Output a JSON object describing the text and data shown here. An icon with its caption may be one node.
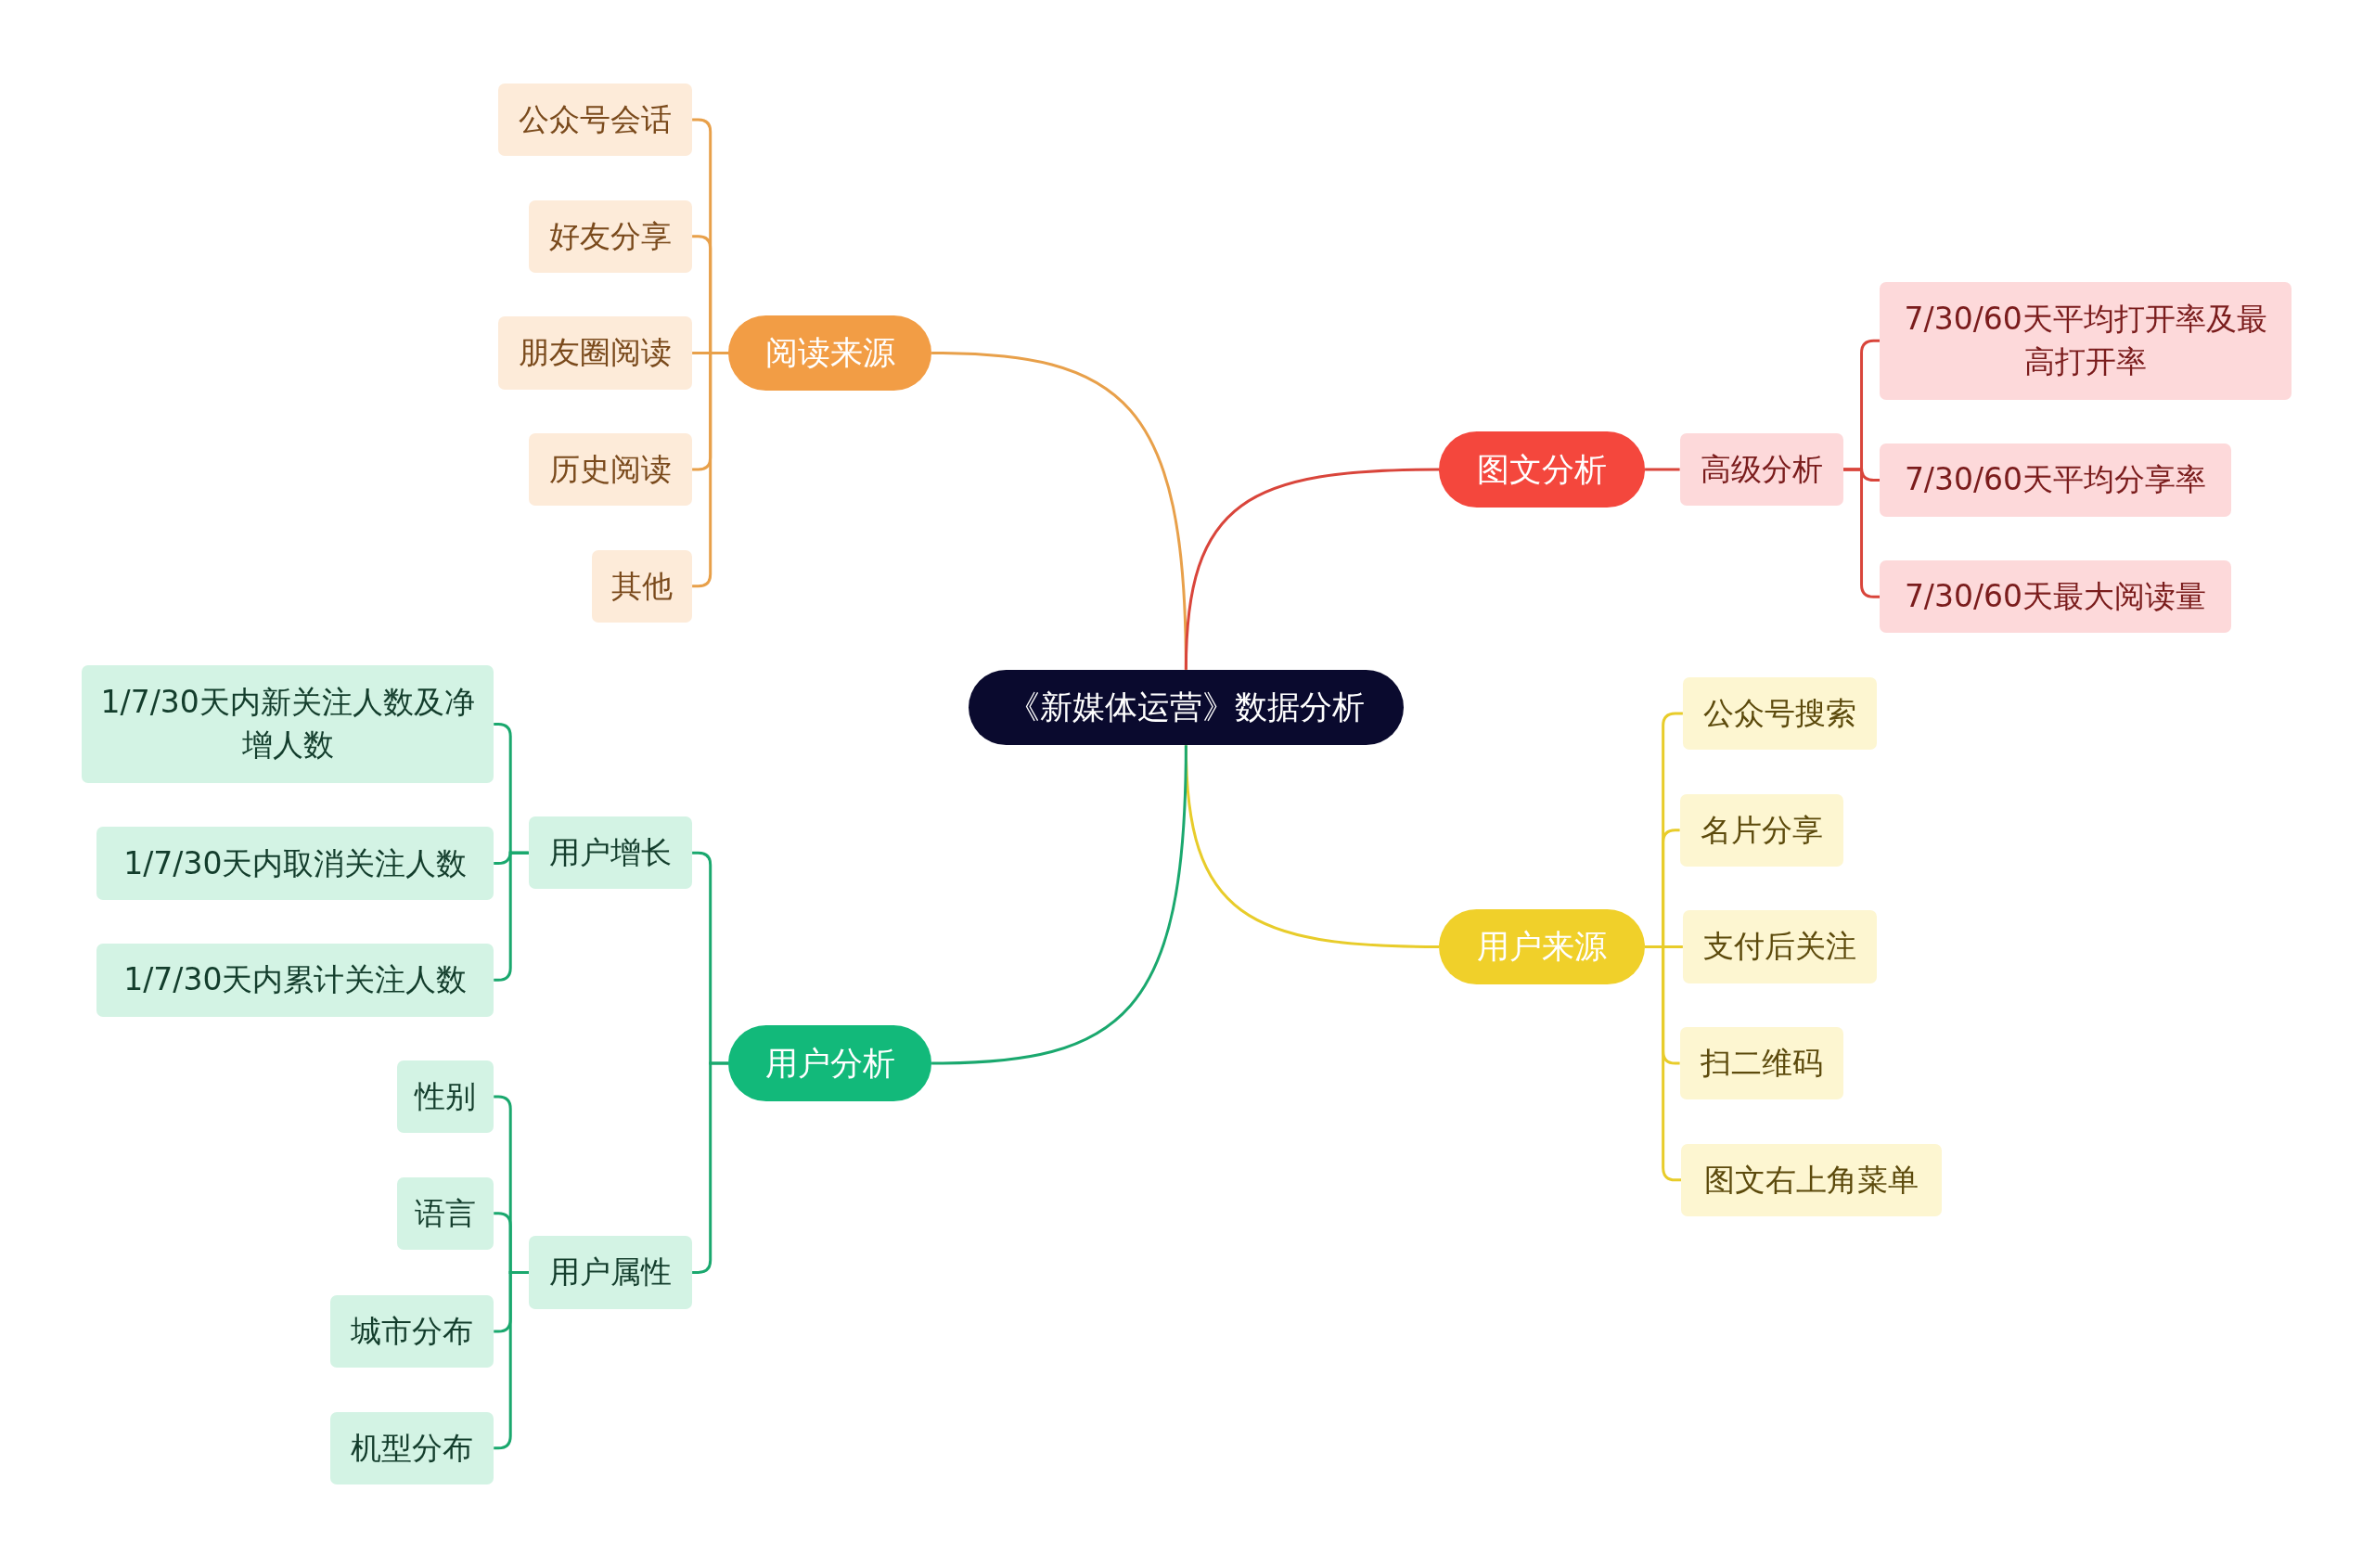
{
  "diagram": {
    "nodes": [
      {
        "text": [
          "《新媒体运营》数据分析"
        ]
      },
      {
        "text": [
          "阅读来源"
        ]
      },
      {
        "text": [
          "公众号会话"
        ]
      },
      {
        "text": [
          "好友分享"
        ]
      },
      {
        "text": [
          "朋友圈阅读"
        ]
      },
      {
        "text": [
          "历史阅读"
        ]
      },
      {
        "text": [
          "其他"
        ]
      },
      {
        "text": [
          "图文分析"
        ]
      },
      {
        "text": [
          "高级分析"
        ]
      },
      {
        "text": [
          "7/30/60天平均打开率及最高打开率"
        ]
      },
      {
        "text": [
          "7/30/60天平均分享率"
        ]
      },
      {
        "text": [
          "7/30/60天最大阅读量"
        ]
      },
      {
        "text": [
          "用户来源"
        ]
      },
      {
        "text": [
          "公众号搜索"
        ]
      },
      {
        "text": [
          "名片分享"
        ]
      },
      {
        "text": [
          "支付后关注"
        ]
      },
      {
        "text": [
          "扫二维码"
        ]
      },
      {
        "text": [
          "图文右上角菜单"
        ]
      },
      {
        "text": [
          "用户分析"
        ]
      },
      {
        "text": [
          "用户增长"
        ]
      },
      {
        "text": [
          "1/7/30天内新关注人数及净增人数"
        ]
      },
      {
        "text": [
          "1/7/30天内取消关注人数"
        ]
      },
      {
        "text": [
          "1/7/30天内累计关注人数"
        ]
      },
      {
        "text": [
          "用户属性"
        ]
      },
      {
        "text": [
          "性别"
        ]
      },
      {
        "text": [
          "语言"
        ]
      },
      {
        "text": [
          "城市分布"
        ]
      },
      {
        "text": [
          "机型分布"
        ]
      }
    ],
    "edges": [
      {
        "from": 0,
        "to": 1,
        "arrow": "none",
        "color": "#e8a04a"
      },
      {
        "from": 1,
        "to": 2,
        "arrow": "none",
        "color": "#e8a04a"
      },
      {
        "from": 1,
        "to": 3,
        "arrow": "none",
        "color": "#e8a04a"
      },
      {
        "from": 1,
        "to": 4,
        "arrow": "none",
        "color": "#e8a04a"
      },
      {
        "from": 1,
        "to": 5,
        "arrow": "none",
        "color": "#e8a04a"
      },
      {
        "from": 1,
        "to": 6,
        "arrow": "none",
        "color": "#e8a04a"
      },
      {
        "from": 0,
        "to": 7,
        "arrow": "none",
        "color": "#d9453b"
      },
      {
        "from": 7,
        "to": 8,
        "arrow": "none",
        "color": "#d9453b"
      },
      {
        "from": 8,
        "to": 9,
        "arrow": "none",
        "color": "#d9453b"
      },
      {
        "from": 8,
        "to": 10,
        "arrow": "none",
        "color": "#d9453b"
      },
      {
        "from": 8,
        "to": 11,
        "arrow": "none",
        "color": "#d9453b"
      },
      {
        "from": 0,
        "to": 12,
        "arrow": "none",
        "color": "#e8cc2a"
      },
      {
        "from": 12,
        "to": 13,
        "arrow": "none",
        "color": "#e8cc2a"
      },
      {
        "from": 12,
        "to": 14,
        "arrow": "none",
        "color": "#e8cc2a"
      },
      {
        "from": 12,
        "to": 15,
        "arrow": "none",
        "color": "#e8cc2a"
      },
      {
        "from": 12,
        "to": 16,
        "arrow": "none",
        "color": "#e8cc2a"
      },
      {
        "from": 12,
        "to": 17,
        "arrow": "none",
        "color": "#e8cc2a"
      },
      {
        "from": 0,
        "to": 18,
        "arrow": "none",
        "color": "#1aa86e"
      },
      {
        "from": 18,
        "to": 19,
        "arrow": "none",
        "color": "#1aa86e"
      },
      {
        "from": 18,
        "to": 23,
        "arrow": "none",
        "color": "#1aa86e"
      },
      {
        "from": 19,
        "to": 20,
        "arrow": "none",
        "color": "#1aa86e"
      },
      {
        "from": 19,
        "to": 21,
        "arrow": "none",
        "color": "#1aa86e"
      },
      {
        "from": 19,
        "to": 22,
        "arrow": "none",
        "color": "#1aa86e"
      },
      {
        "from": 23,
        "to": 24,
        "arrow": "none",
        "color": "#1aa86e"
      },
      {
        "from": 23,
        "to": 25,
        "arrow": "none",
        "color": "#1aa86e"
      },
      {
        "from": 23,
        "to": 26,
        "arrow": "none",
        "color": "#1aa86e"
      },
      {
        "from": 23,
        "to": 27,
        "arrow": "none",
        "color": "#1aa86e"
      }
    ]
  }
}
